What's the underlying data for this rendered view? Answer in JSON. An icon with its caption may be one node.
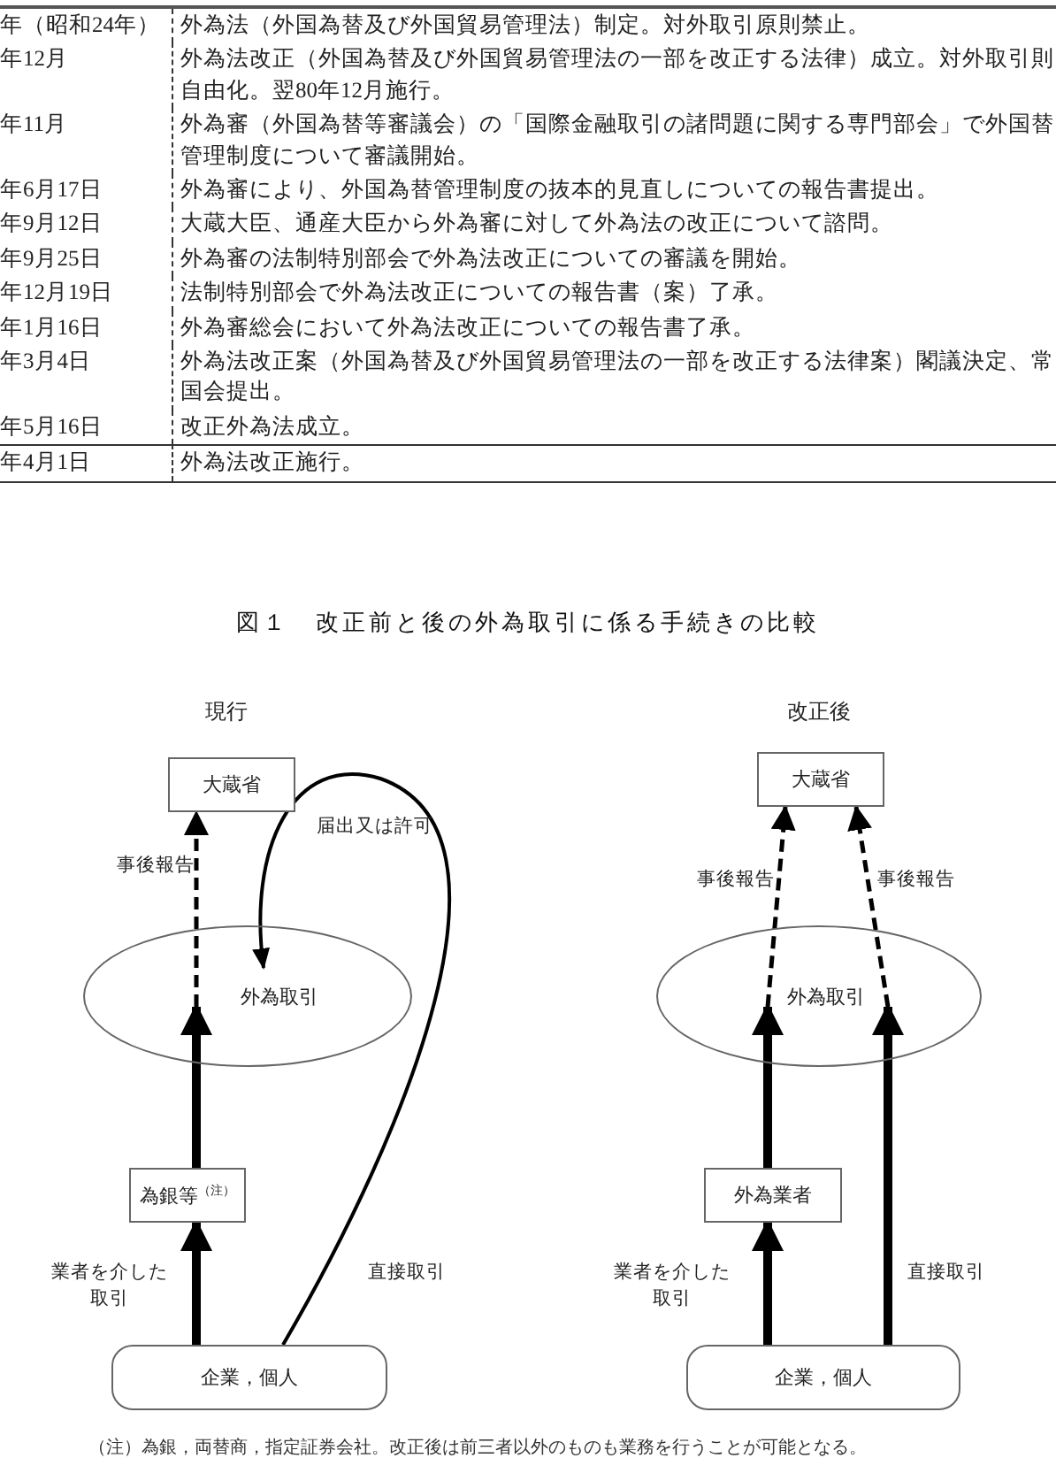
{
  "diagram": {
    "title": "図１　改正前と後の外為取引に係る手続きの比較",
    "caption": "（注）為銀，両替商，指定証券会社。改正後は前三者以外のものも業務を行うことが可能となる。",
    "nodes": [
      {
        "text": [
          "大蔵省"
        ]
      },
      {
        "text": [
          "外為取引"
        ]
      },
      {
        "text": [
          "為銀等$^{（注）}$"
        ]
      },
      {
        "text": [
          "企業，個人"
        ]
      },
      {
        "text": [
          "大蔵省"
        ]
      },
      {
        "text": [
          "外為取引"
        ]
      },
      {
        "text": [
          "外為業者"
        ]
      },
      {
        "text": [
          "企業，個人"
        ]
      }
    ],
    "edges": [
      {
        "from": 3,
        "to": 2,
        "arrow": "to",
        "label": "業者を介した取引"
      },
      {
        "from": 2,
        "to": 1,
        "arrow": "to"
      },
      {
        "from": 1,
        "to": 0,
        "arrow": "to",
        "label": "事後報告",
        "style": "dashed"
      },
      {
        "from": 3,
        "to": 1,
        "arrow": "to",
        "label": "直接取引"
      },
      {
        "from": 7,
        "to": 6,
        "arrow": "to",
        "label": "業者を介した取引"
      },
      {
        "from": 6,
        "to": 5,
        "arrow": "to"
      },
      {
        "from": 5,
        "to": 4,
        "arrow": "to",
        "label": "事後報告",
        "style": "dashed"
      },
      {
        "from": 7,
        "to": 5,
        "arrow": "to",
        "label": "直接取引"
      },
      {
        "from": 5,
        "to": 4,
        "arrow": "to",
        "label": "事後報告",
        "style": "dashed"
      }
    ],
    "labels": [
      "年（昭和24年）",
      "外為法（外国為替及び外国貿易管理法）制定。対外取引原則禁止。",
      "年12月",
      "外為法改正（外国為替及び外国貿易管理法の一部を改正する法律）成立。対外取引則自由化。翌80年12月施行。",
      "年11月",
      "外為審（外国為替等審議会）の「国際金融取引の諸問題に関する専門部会」で外国替管理制度について審議開始。",
      "年6月17日",
      "外為審により、外国為替管理制度の抜本的見直しについての報告書提出。",
      "年9月12日",
      "大蔵大臣、通産大臣から外為審に対して外為法の改正について諮問。",
      "年9月25日",
      "外為審の法制特別部会で外為法改正についての審議を開始。",
      "年12月19日",
      "法制特別部会で外為法改正についての報告書（案）了承。",
      "年1月16日",
      "外為審総会において外為法改正についての報告書了承。",
      "年3月4日",
      "外為法改正案（外国為替及び外国貿易管理法の一部を改正する法律案）閣議決定、常国会提出。",
      "年5月16日",
      "改正外為法成立。",
      "年4月1日",
      "外為法改正施行。",
      "現行",
      "改正後",
      "届出又は許可"
    ]
  }
}
